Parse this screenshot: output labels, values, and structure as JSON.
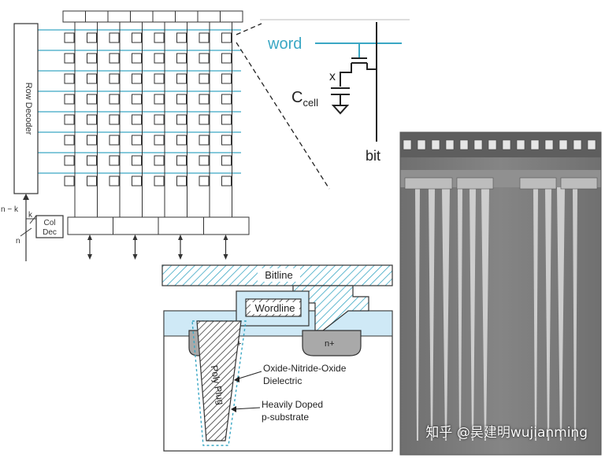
{
  "array": {
    "row_decoder_label": "Row Decoder",
    "col_dec_line1": "Col",
    "col_dec_line2": "Dec",
    "n_minus_k": "n − k",
    "k": "k",
    "n": "n"
  },
  "cell": {
    "word_label": "word",
    "x_label": "x",
    "c_label": "C",
    "c_sub": "cell",
    "bit_label": "bit"
  },
  "cross_section": {
    "bitline": "Bitline",
    "wordline": "Wordline",
    "n_plus_left": "n+",
    "n_plus_right": "n+",
    "poly_plug": "Poly Plug",
    "ono_line1": "Oxide-Nitride-Oxide",
    "ono_line2": "Dielectric",
    "substrate_line1": "Heavily Doped",
    "substrate_line2": "p-substrate"
  },
  "watermark": "知乎 @吴建明wujianming",
  "colors": {
    "wire": "#3aa7c4",
    "word_text": "#3aa7c4",
    "oxide": "#cfe9f6",
    "gate_gray": "#a9a9a9",
    "sem_gray": "#7c7c7c"
  }
}
